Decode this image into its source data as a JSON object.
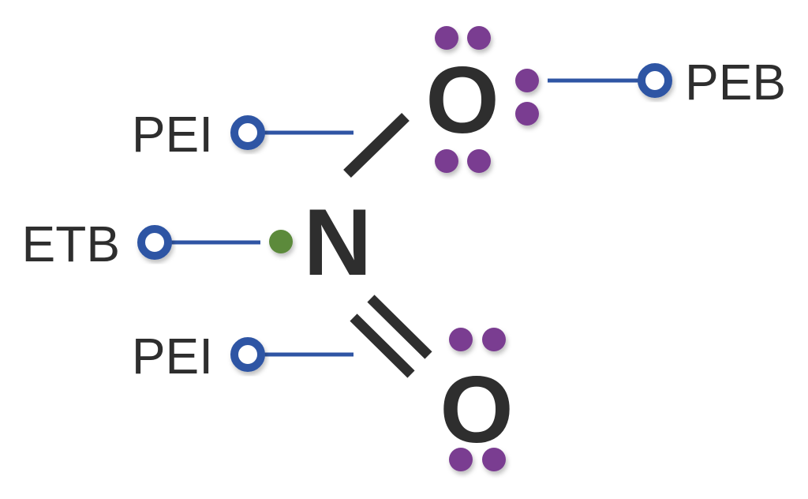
{
  "atoms": {
    "o_top": "O",
    "n": "N",
    "o_bottom": "O"
  },
  "labels": {
    "pei_top": "PEI",
    "etb": "ETB",
    "pei_bottom": "PEI",
    "peb": "PEB"
  },
  "colors": {
    "text": "#2e2e2e",
    "bond": "#2e2e2e",
    "leader": "#2f55a4",
    "lone_pair": "#7a3e91",
    "radical_electron": "#5b8a3a"
  }
}
